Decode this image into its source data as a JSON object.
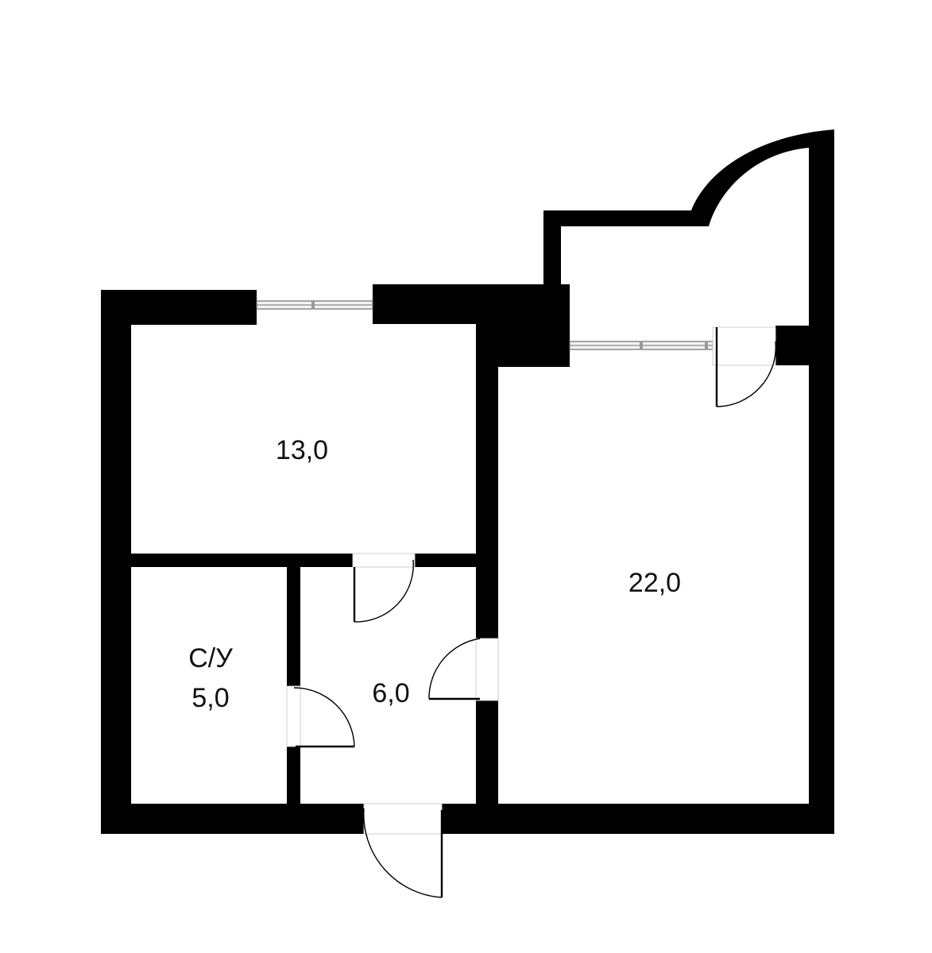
{
  "rooms": {
    "bedroom": {
      "area": "13,0"
    },
    "bathroom": {
      "name": "С/У",
      "area": "5,0"
    },
    "hallway": {
      "area": "6,0"
    },
    "living_room": {
      "area": "22,0"
    }
  },
  "colors": {
    "wall": "#000000",
    "background": "#ffffff",
    "text": "#111111"
  }
}
